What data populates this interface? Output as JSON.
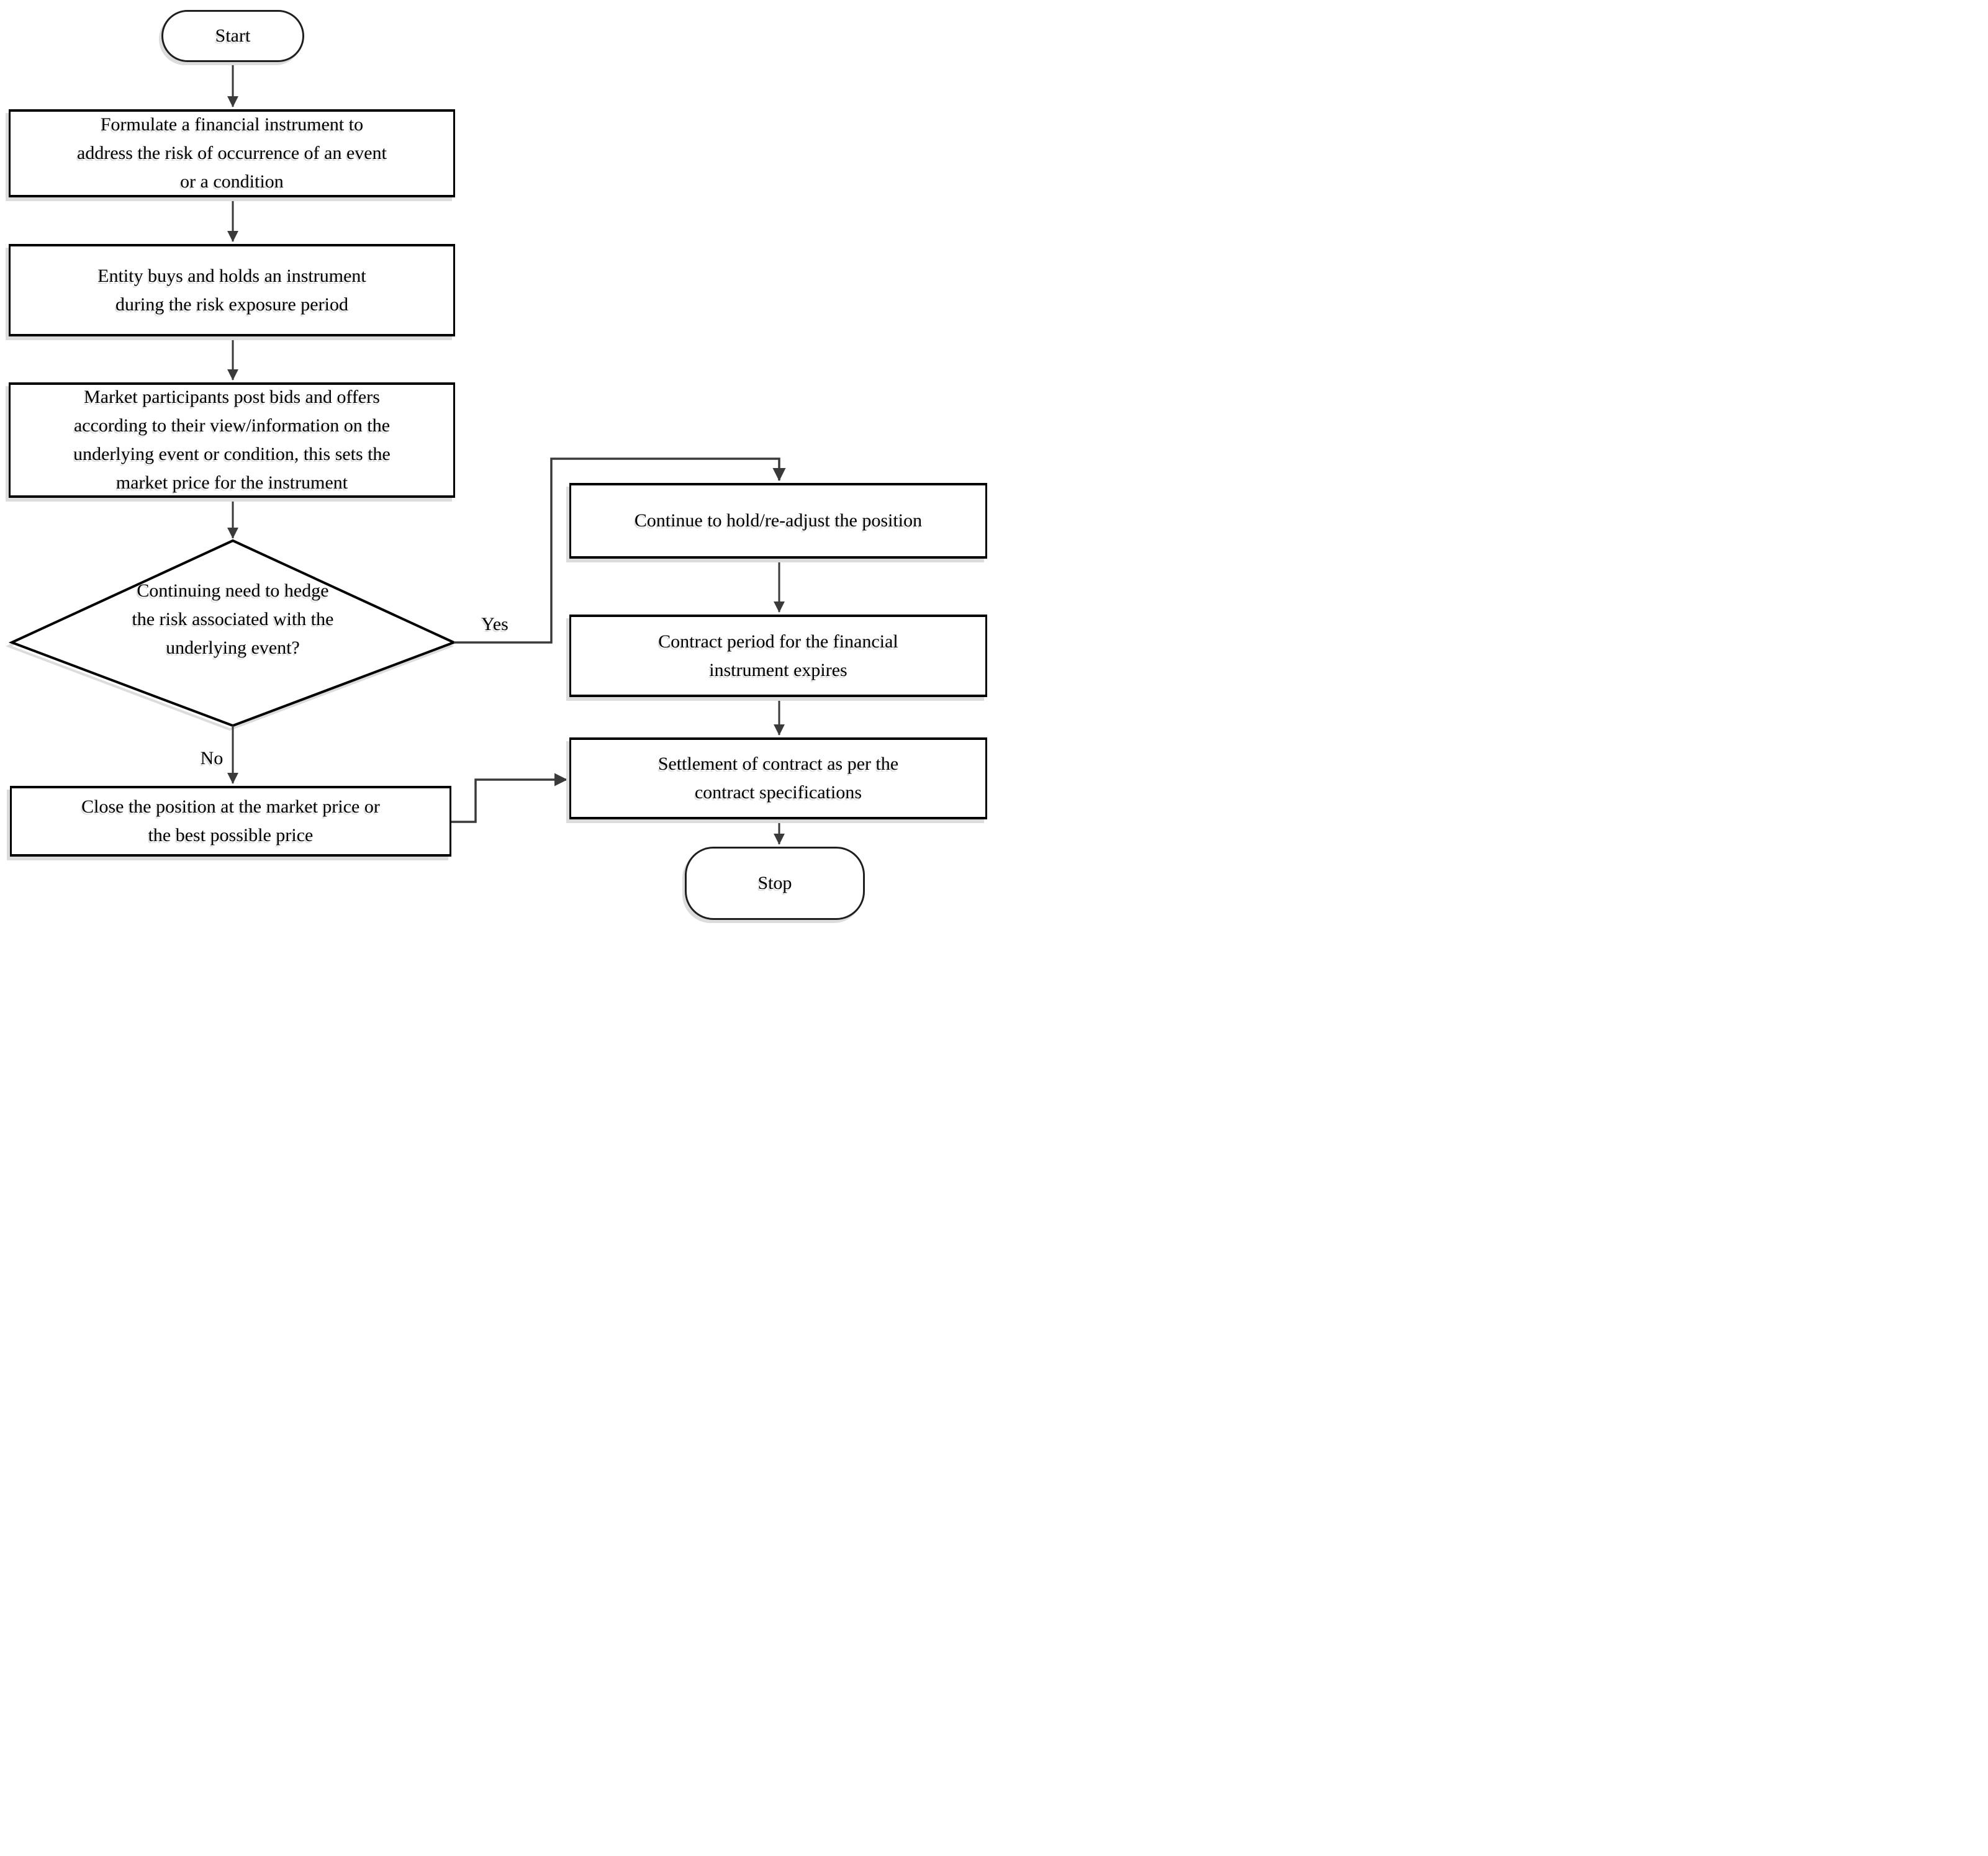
{
  "diagram": {
    "type": "flowchart",
    "nodes": {
      "start": {
        "label": "Start",
        "shape": "terminator"
      },
      "formulate": {
        "label": "Formulate a financial instrument to\naddress the risk of occurrence of an event\nor a condition",
        "shape": "process"
      },
      "entity_buys": {
        "label": "Entity buys and holds an instrument\nduring the risk exposure period",
        "shape": "process"
      },
      "market_participants": {
        "label": "Market participants post bids and offers\naccording to their view/information on the\nunderlying event or condition, this sets the\nmarket price for the instrument",
        "shape": "process"
      },
      "decision": {
        "label": "Continuing need to hedge\nthe risk associated with the\nunderlying event?",
        "shape": "decision"
      },
      "continue_hold": {
        "label": "Continue to hold/re-adjust the position",
        "shape": "process"
      },
      "contract_period": {
        "label": "Contract period for the financial\ninstrument expires",
        "shape": "process"
      },
      "settlement": {
        "label": "Settlement of contract as per the\ncontract specifications",
        "shape": "process"
      },
      "close_position": {
        "label": "Close the position at the market price or\nthe best possible price",
        "shape": "process"
      },
      "stop": {
        "label": "Stop",
        "shape": "terminator"
      }
    },
    "edges": {
      "yes_label": "Yes",
      "no_label": "No"
    },
    "colors": {
      "background": "#ffffff",
      "shape_stroke": "#000000",
      "connector": "#3a3a3a",
      "shadow": "#dcdcdc",
      "text": "#000000"
    }
  }
}
